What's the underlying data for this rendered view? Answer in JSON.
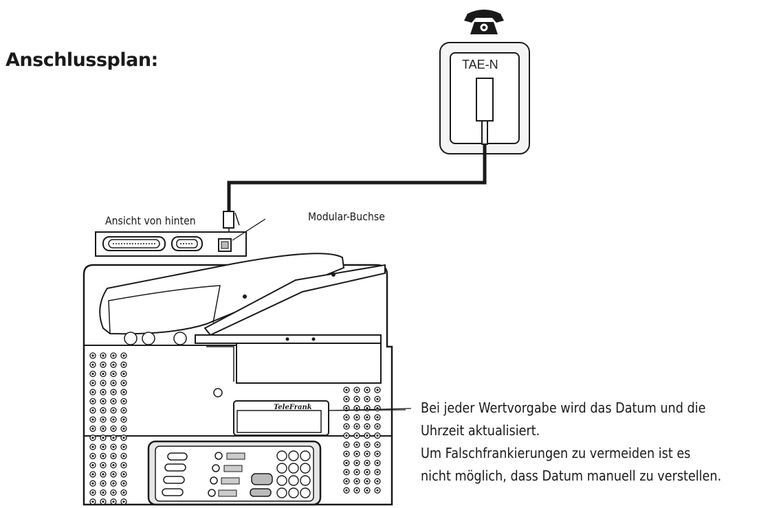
{
  "heading": "Anschlussplan:",
  "labels": {
    "rear_view": "Ansicht von hinten",
    "modular_jack": "Modular-Buchse",
    "socket": "TAE-N",
    "device_brand": "TeleFrank"
  },
  "note_lines": [
    "Bei jeder Wertvorgabe wird das Datum und die",
    "Uhrzeit aktualisiert.",
    "Um Falschfrankierungen zu vermeiden ist es",
    "nicht möglich, dass Datum manuell zu verstellen."
  ],
  "icons": [
    "telephone-icon"
  ]
}
